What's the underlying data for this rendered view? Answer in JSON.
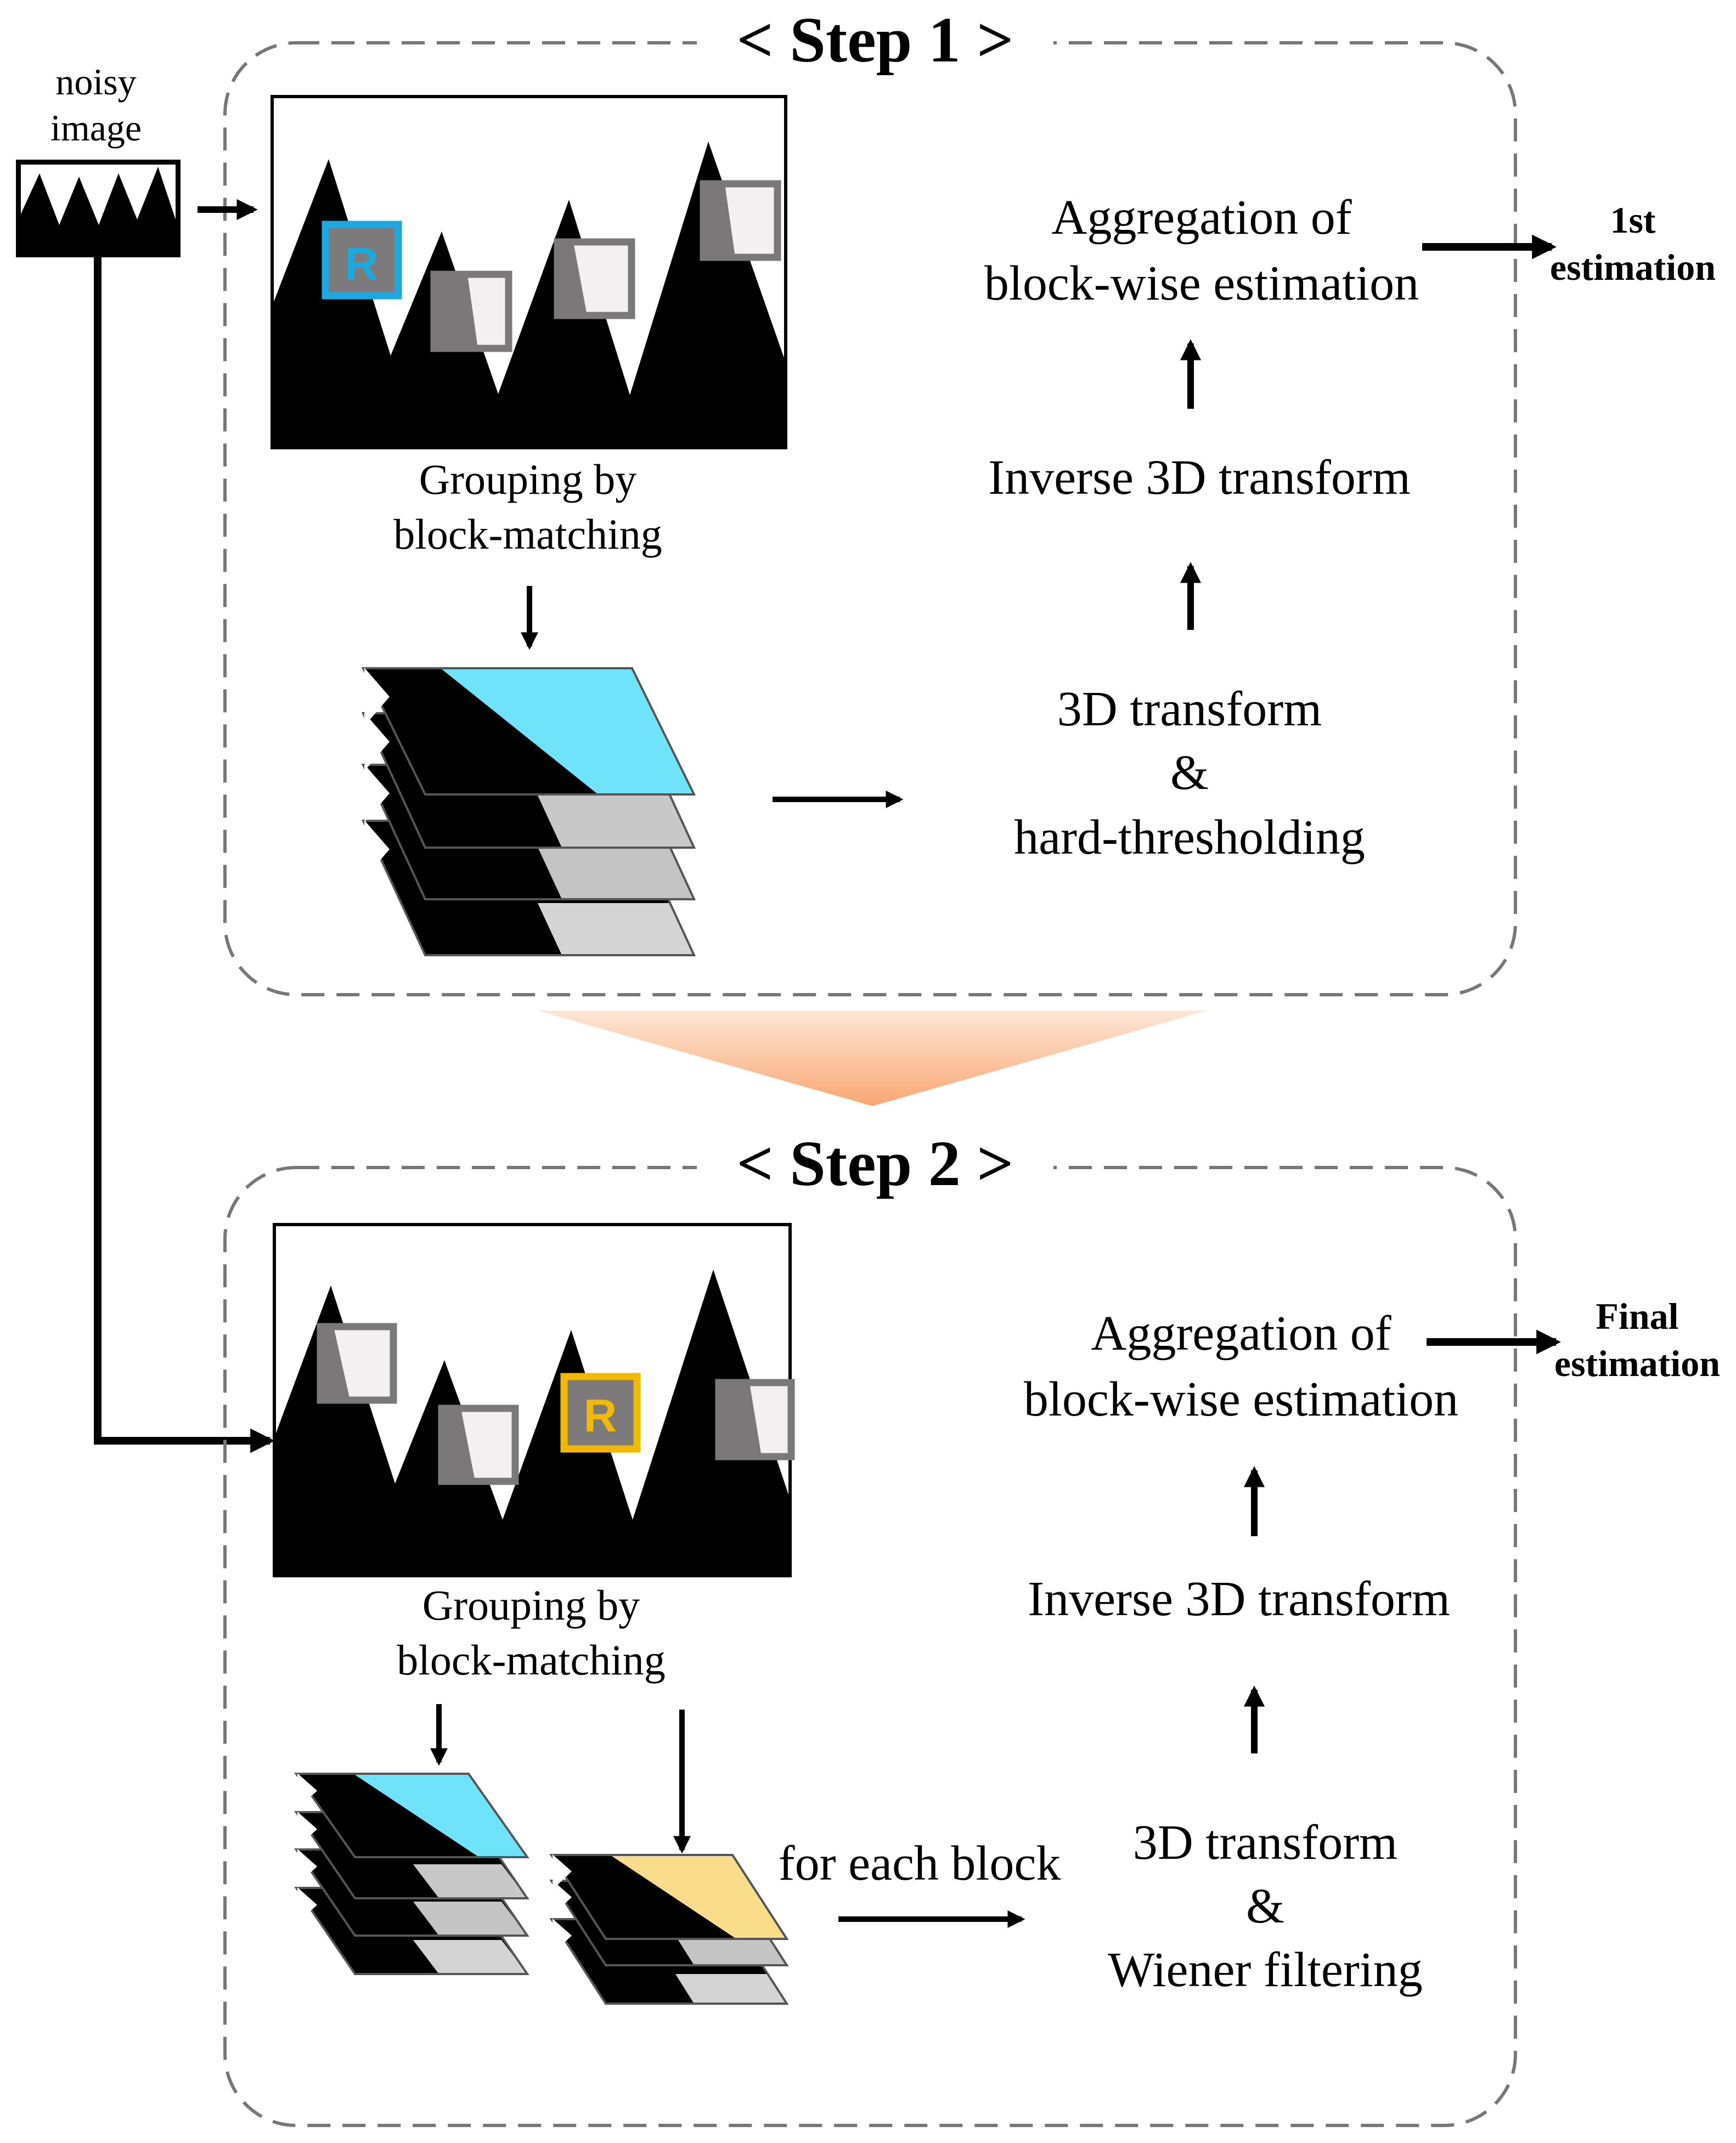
{
  "input": {
    "label_line1": "noisy",
    "label_line2": "image"
  },
  "step1": {
    "title": "< Step 1 >",
    "grouping_line1": "Grouping by",
    "grouping_line2": "block-matching",
    "reference_letter": "R",
    "transform_line1": "3D transform",
    "transform_line2": "&",
    "transform_line3": "hard-thresholding",
    "inverse": "Inverse 3D transform",
    "aggregation_line1": "Aggregation of",
    "aggregation_line2": "block-wise estimation",
    "output_line1": "1st",
    "output_line2": "estimation"
  },
  "step2": {
    "title": "< Step 2 >",
    "grouping_line1": "Grouping by",
    "grouping_line2": "block-matching",
    "reference_letter": "R",
    "for_each_block": "for each block",
    "transform_line1": "3D transform",
    "transform_line2": "&",
    "transform_line3": "Wiener filtering",
    "inverse": "Inverse 3D transform",
    "aggregation_line1": "Aggregation of",
    "aggregation_line2": "block-wise estimation",
    "output_line1": "Final",
    "output_line2": "estimation"
  },
  "colors": {
    "step1_reference": "#1aa9e0",
    "step1_group_top": "#6fe3fa",
    "step2_reference": "#f5b800",
    "step2_group_top": "#f9dd8a",
    "transition": "#f9a772",
    "patch_fill": "#f2f0f0",
    "patch_border": "#7a7878",
    "stack_gray": "#c8c8c8"
  }
}
